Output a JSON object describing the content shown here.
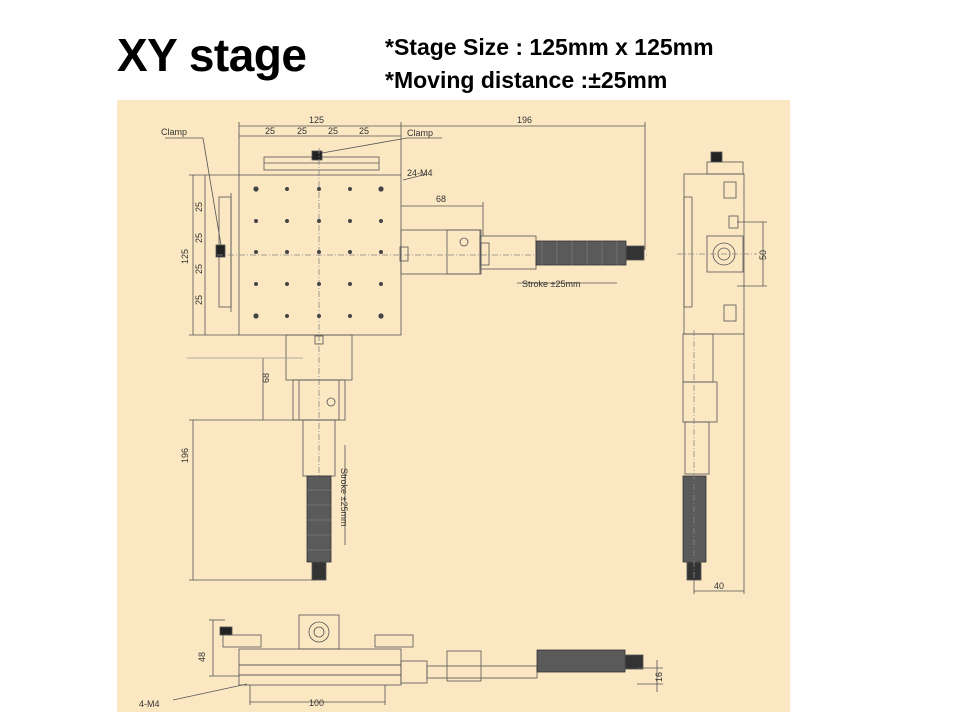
{
  "slide": {
    "title": "XY stage",
    "spec_size": "*Stage Size : 125mm x 125mm",
    "spec_distance": "*Moving distance :±25mm"
  },
  "drawing": {
    "background_color": "#fbe7c2",
    "top_view": {
      "clamp_left": "Clamp",
      "clamp_top": "Clamp",
      "width": "125",
      "pitch": [
        "25",
        "25",
        "25",
        "25"
      ],
      "height": "125",
      "pitch_v": [
        "25",
        "25",
        "25",
        "25"
      ],
      "holes": "24-M4",
      "dim_68_h": "68",
      "dim_196_h": "196",
      "stroke_h": "Stroke ±25mm",
      "dim_68_v": "68",
      "dim_196_v": "196",
      "stroke_v": "Stroke ±25mm"
    },
    "side_view": {
      "dim_50": "50",
      "dim_40": "40"
    },
    "front_view": {
      "dim_48": "48",
      "dim_16": "16",
      "holes": "4-M4",
      "dim_100": "100"
    }
  }
}
